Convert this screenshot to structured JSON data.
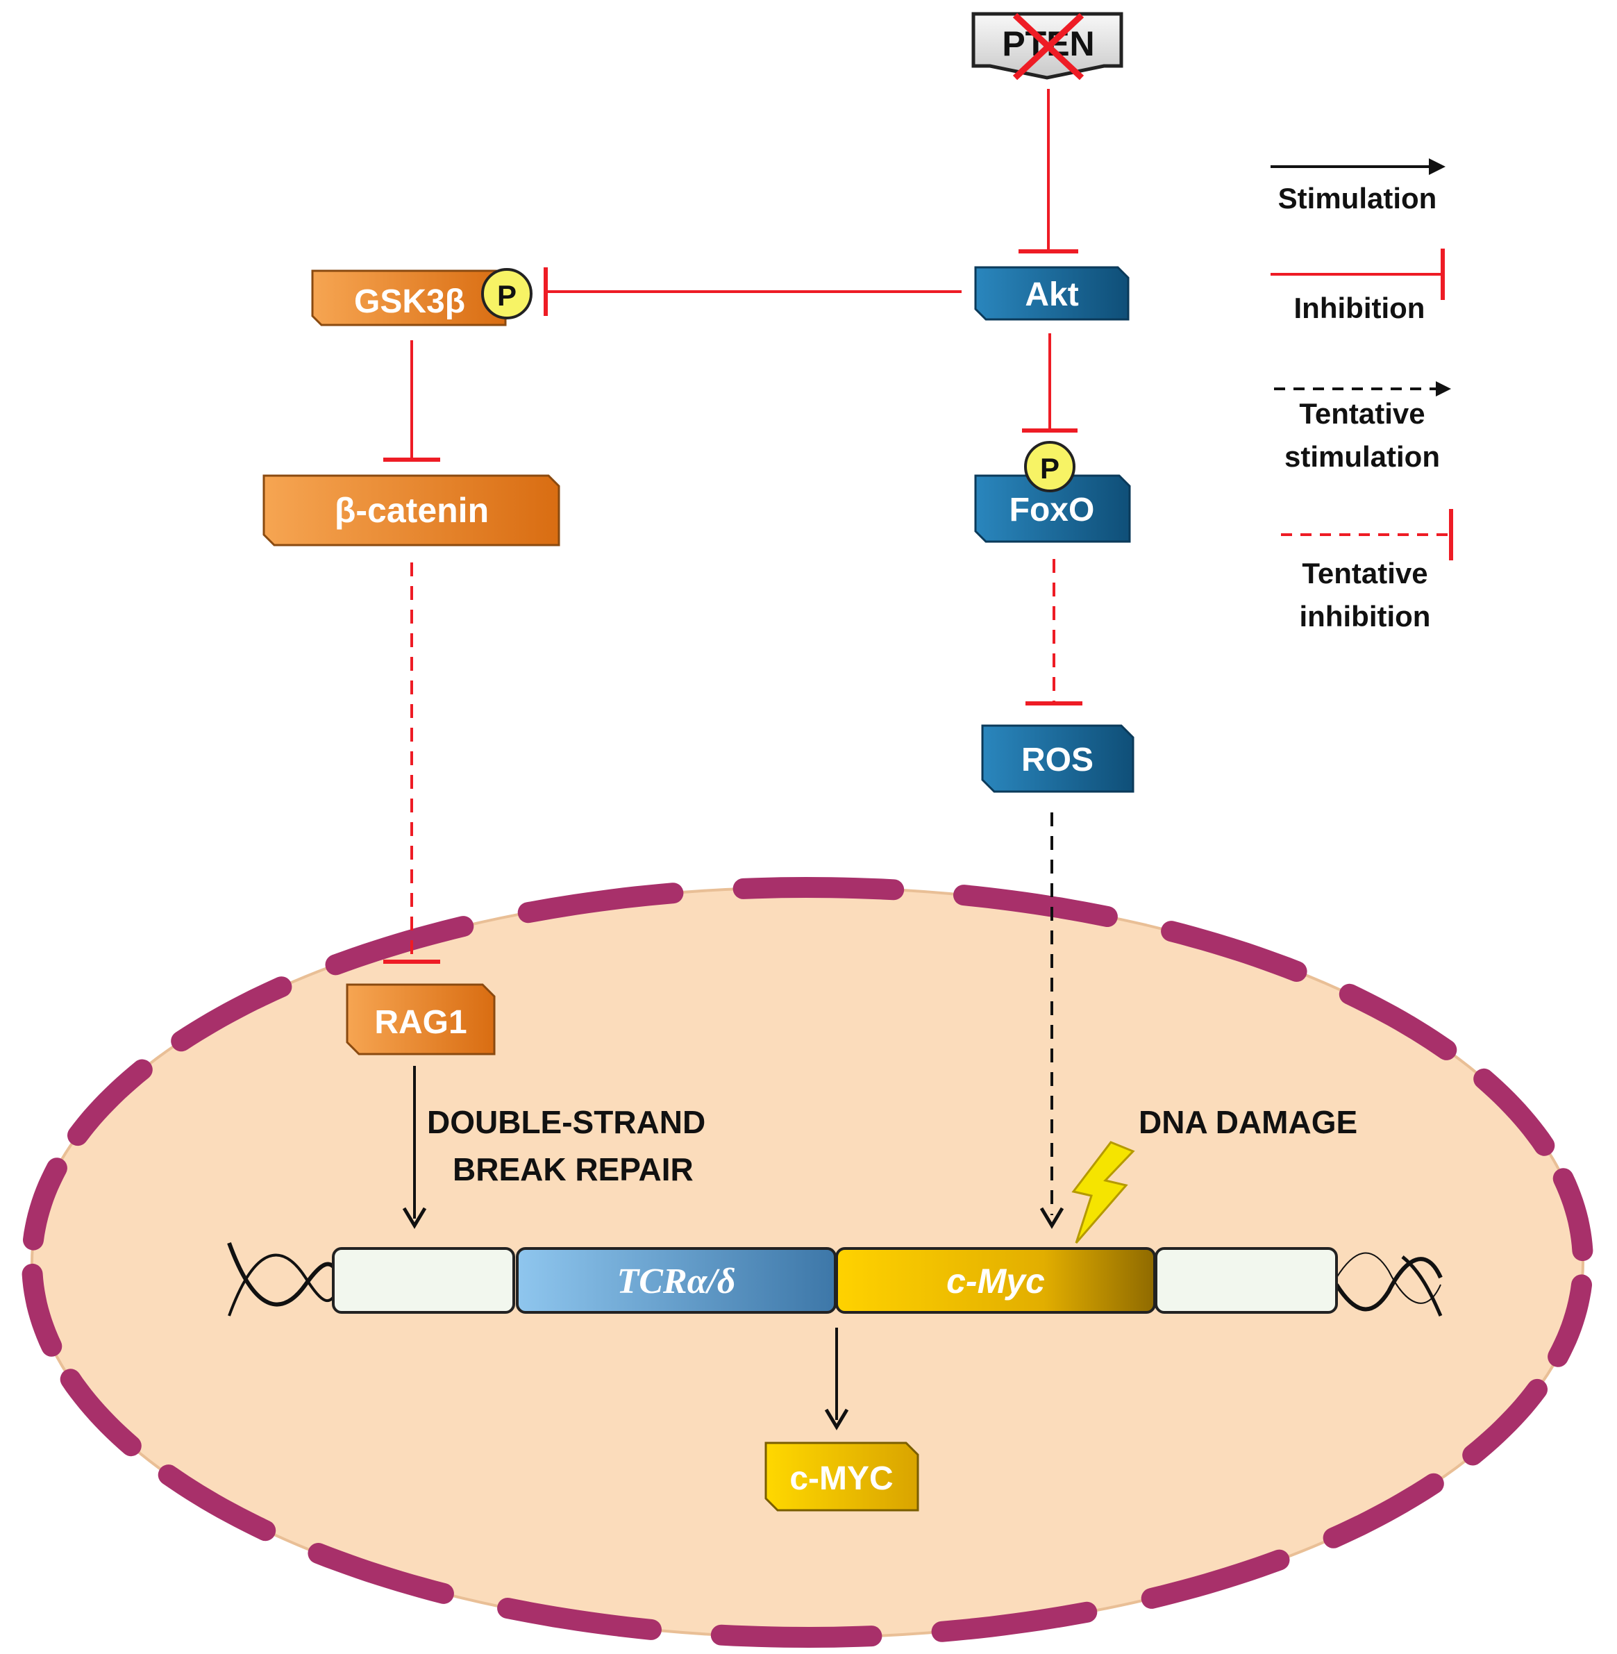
{
  "nodes": {
    "pten": "PTEN",
    "akt": "Akt",
    "gsk3b": "GSK3β",
    "gsk3b_phospho": "P",
    "bcatenin": "β-catenin",
    "foxo": "FoxO",
    "foxo_phospho": "P",
    "ros": "ROS",
    "rag1": "RAG1",
    "cmyc_protein": "c-MYC"
  },
  "dna": {
    "tcr_segment": "TCRα/δ",
    "cmyc_segment": "c-Myc"
  },
  "annotations": {
    "dsb_line1": "DOUBLE-STRAND",
    "dsb_line2": "BREAK REPAIR",
    "dna_damage": "DNA DAMAGE"
  },
  "legend": {
    "stimulation": "Stimulation",
    "inhibition": "Inhibition",
    "tentative_stimulation_1": "Tentative",
    "tentative_stimulation_2": "stimulation",
    "tentative_inhibition_1": "Tentative",
    "tentative_inhibition_2": "inhibition"
  },
  "colors": {
    "orange_node": "#e8832a",
    "blue_node": "#1d6b9c",
    "yellow_node": "#f0c000",
    "inhibition": "#ee1c25",
    "stimulation": "#111111",
    "nucleus_fill": "#fbdcbb",
    "nuclear_envelope": "#a8306a",
    "phospho": "#f7f365"
  }
}
